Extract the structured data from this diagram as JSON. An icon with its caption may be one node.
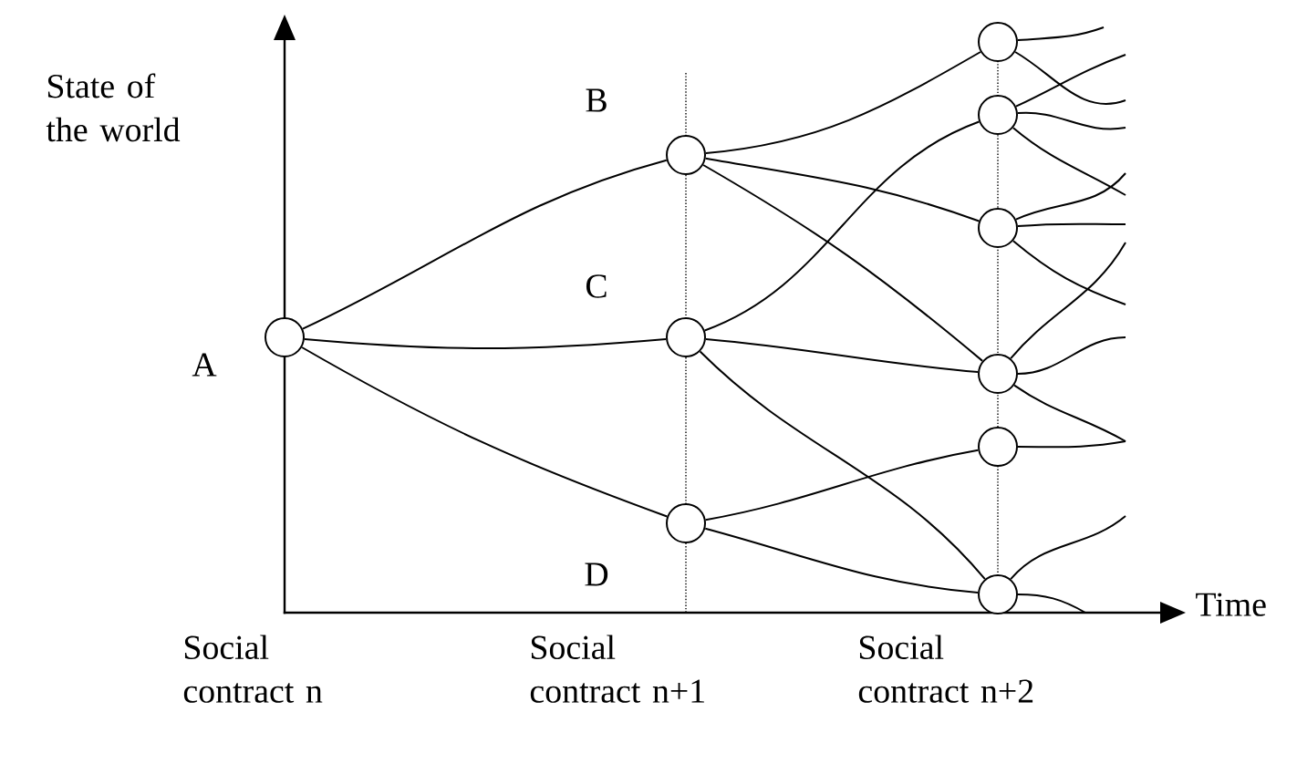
{
  "diagram": {
    "nodes": [
      {
        "text": [],
        "shape": "circle",
        "beside": [
          "A"
        ]
      },
      {
        "text": [],
        "shape": "circle",
        "beside": [
          "B"
        ]
      },
      {
        "text": [],
        "shape": "circle",
        "beside": [
          "C"
        ]
      },
      {
        "text": [],
        "shape": "circle",
        "beside": [
          "D"
        ]
      },
      {
        "text": [],
        "shape": "circle"
      },
      {
        "text": [],
        "shape": "circle"
      },
      {
        "text": [],
        "shape": "circle"
      },
      {
        "text": [],
        "shape": "circle"
      },
      {
        "text": [],
        "shape": "circle"
      },
      {
        "text": [],
        "shape": "circle"
      }
    ],
    "edges": [
      {
        "from": 0,
        "to": 1,
        "arrow": "none"
      },
      {
        "from": 0,
        "to": 2,
        "arrow": "none"
      },
      {
        "from": 0,
        "to": 3,
        "arrow": "none"
      },
      {
        "from": 1,
        "to": 4,
        "arrow": "none"
      },
      {
        "from": 1,
        "to": 6,
        "arrow": "none"
      },
      {
        "from": 1,
        "to": 7,
        "arrow": "none"
      },
      {
        "from": 2,
        "to": 5,
        "arrow": "none"
      },
      {
        "from": 2,
        "to": 7,
        "arrow": "none"
      },
      {
        "from": 2,
        "to": 9,
        "arrow": "none"
      },
      {
        "from": 3,
        "to": 8,
        "arrow": "none"
      },
      {
        "from": 3,
        "to": 9,
        "arrow": "none"
      },
      {
        "from": 4,
        "to": null,
        "arrow": "none"
      },
      {
        "from": 4,
        "to": null,
        "arrow": "none"
      },
      {
        "from": 5,
        "to": null,
        "arrow": "none"
      },
      {
        "from": 5,
        "to": null,
        "arrow": "none"
      },
      {
        "from": 5,
        "to": null,
        "arrow": "none"
      },
      {
        "from": 6,
        "to": null,
        "arrow": "none"
      },
      {
        "from": 6,
        "to": null,
        "arrow": "none"
      },
      {
        "from": 6,
        "to": null,
        "arrow": "none"
      },
      {
        "from": 7,
        "to": null,
        "arrow": "none"
      },
      {
        "from": 7,
        "to": null,
        "arrow": "none"
      },
      {
        "from": 7,
        "to": null,
        "arrow": "none"
      },
      {
        "from": 8,
        "to": null,
        "arrow": "none"
      },
      {
        "from": 9,
        "to": null,
        "arrow": "none"
      },
      {
        "from": 9,
        "to": null,
        "arrow": "none"
      }
    ],
    "labels": [
      "State of the world",
      "Time",
      "Social contract n",
      "Social contract n+1",
      "Social contract n+2"
    ]
  }
}
